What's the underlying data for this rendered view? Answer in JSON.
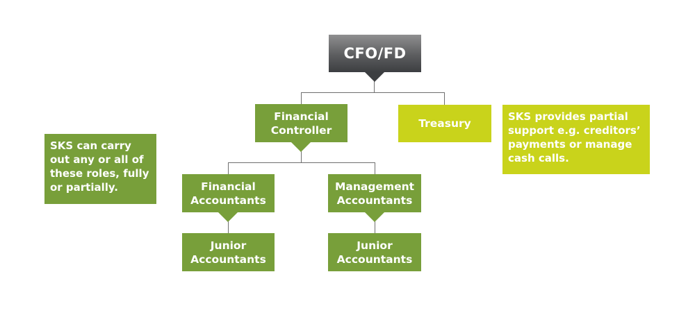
{
  "diagram": {
    "type": "org-chart",
    "colors": {
      "top_node": "#4d4f52",
      "primary_node": "#789f3a",
      "secondary_node": "#c9d31b",
      "connector": "#6e6e6e",
      "text": "#ffffff"
    },
    "nodes": {
      "cfo": "CFO/FD",
      "financial_controller": "Financial\nController",
      "treasury": "Treasury",
      "financial_accountants": "Financial\nAccountants",
      "management_accountants": "Management\nAccountants",
      "junior_accountants_left": "Junior\nAccountants",
      "junior_accountants_right": "Junior\nAccountants"
    },
    "edges": [
      [
        "CFO/FD",
        "Financial Controller"
      ],
      [
        "CFO/FD",
        "Treasury"
      ],
      [
        "Financial Controller",
        "Financial Accountants"
      ],
      [
        "Financial Controller",
        "Management Accountants"
      ],
      [
        "Financial Accountants",
        "Junior Accountants"
      ],
      [
        "Management Accountants",
        "Junior Accountants"
      ]
    ],
    "notes": {
      "left": "SKS can carry\nout any or all of\nthese roles, fully\nor partially.",
      "right": "SKS provides partial\nsupport e.g. creditors’\npayments or manage\ncash calls."
    }
  }
}
